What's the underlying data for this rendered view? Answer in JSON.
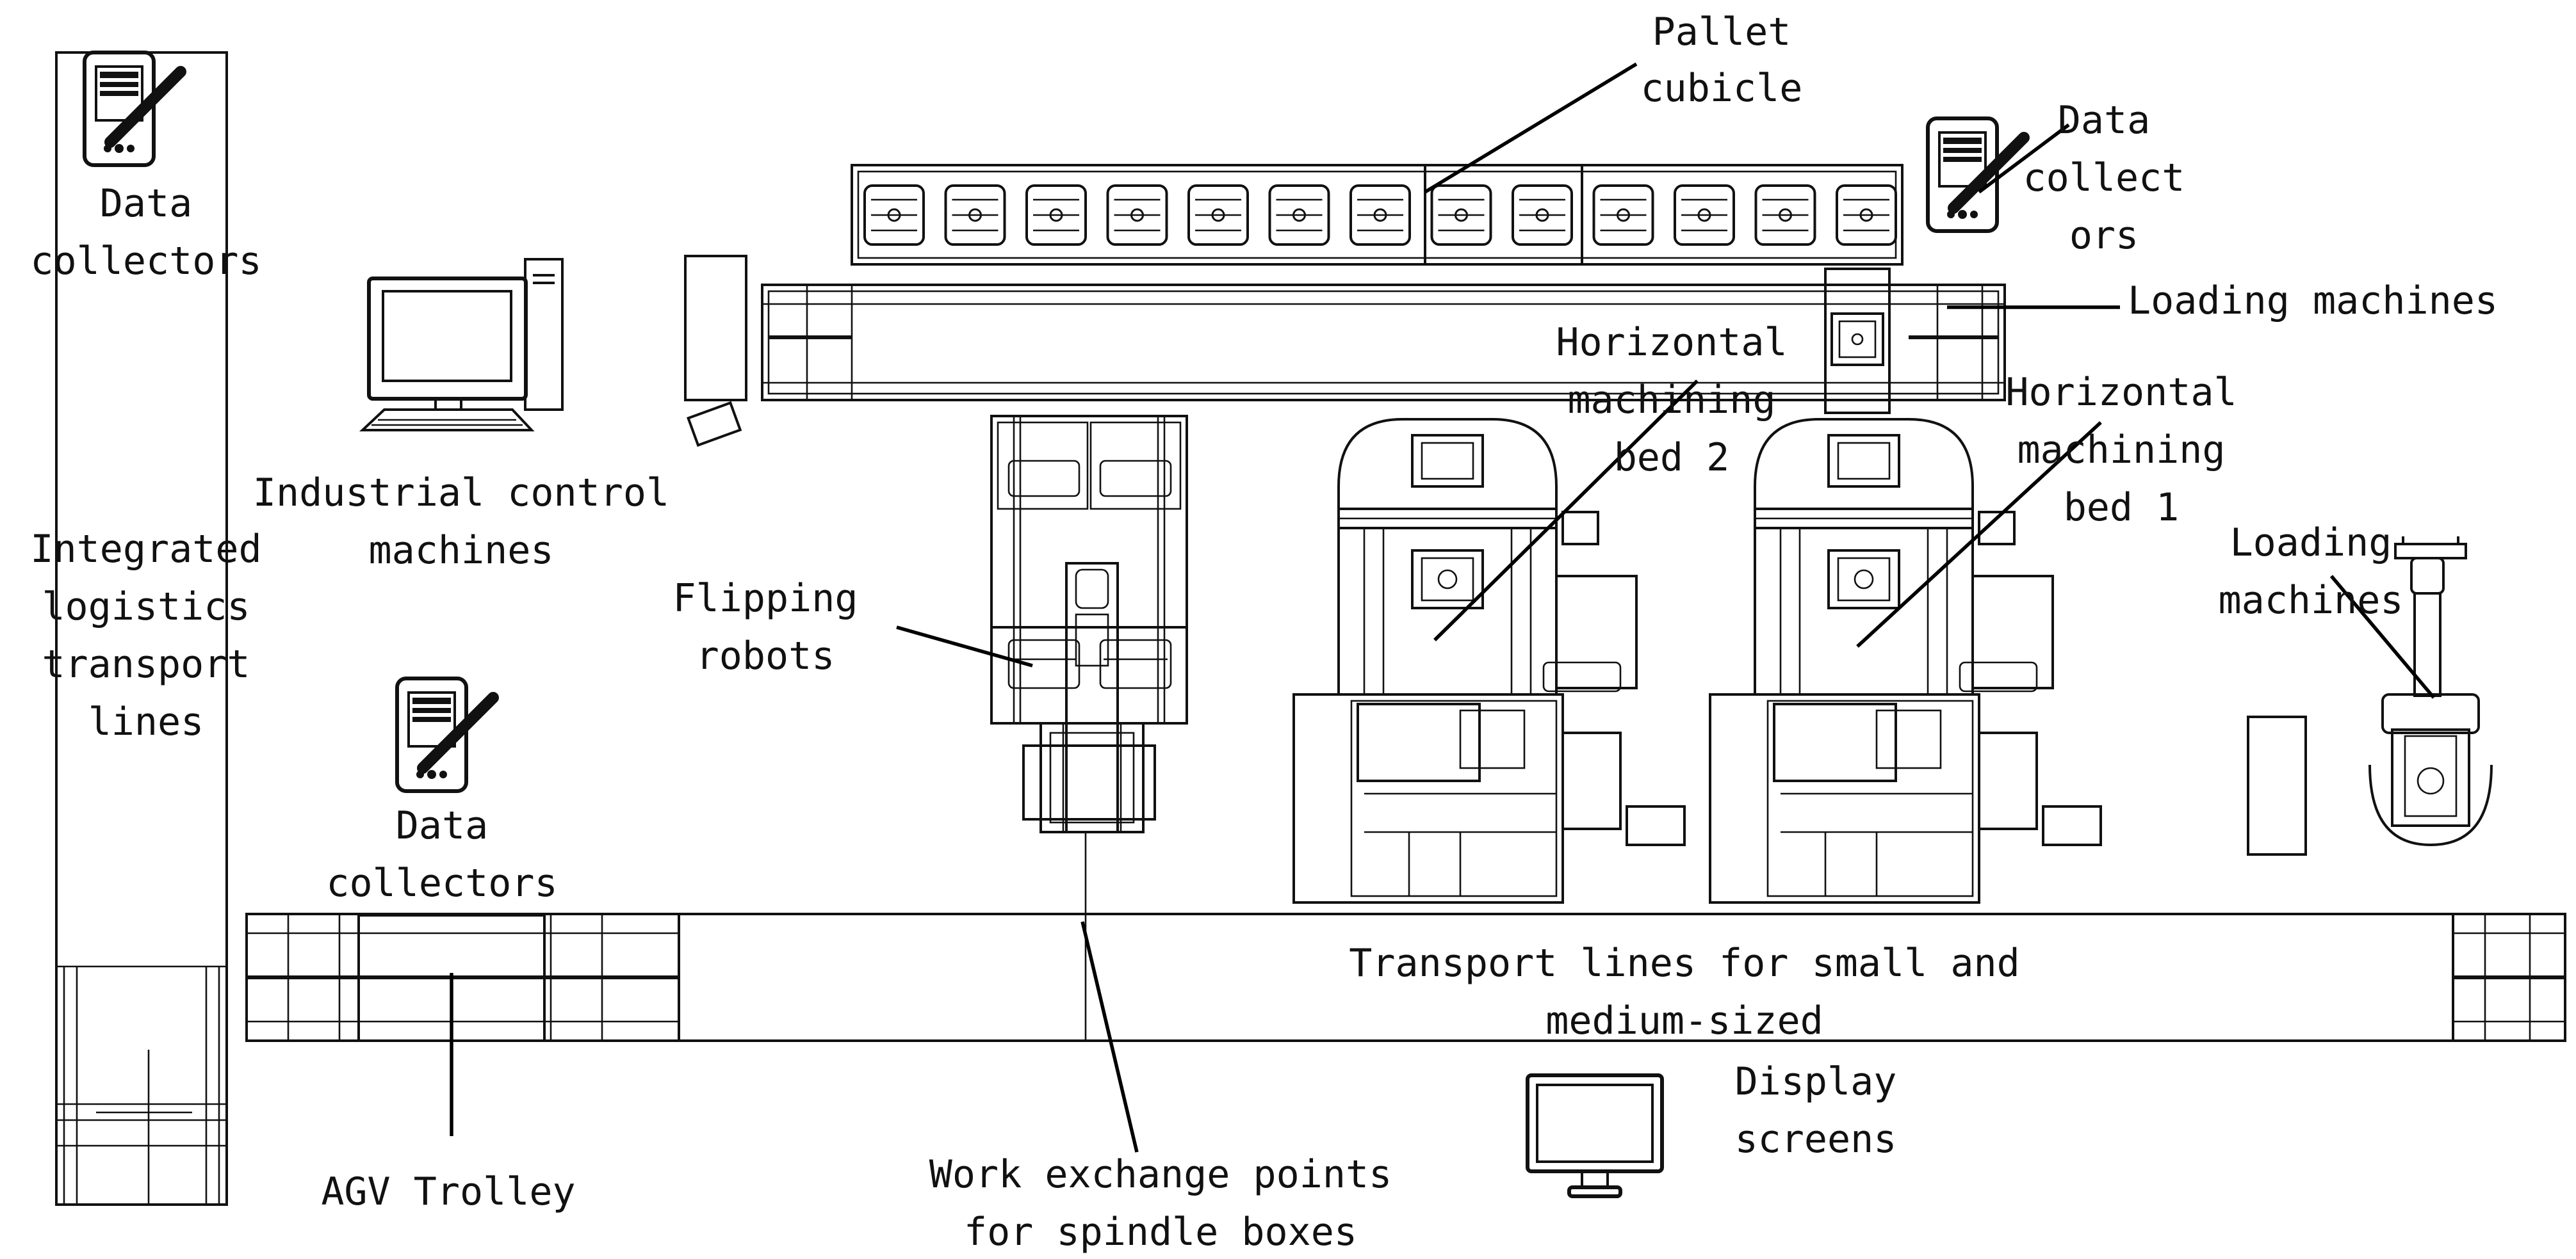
{
  "diagram": {
    "labels": {
      "pallet_cubicle": [
        "Pallet",
        "cubicle"
      ],
      "data_collectors_top_left": [
        "Data",
        "collectors"
      ],
      "data_collectors_top_right": [
        "Data",
        "collect",
        "ors"
      ],
      "data_collectors_mid": [
        "Data",
        "collectors"
      ],
      "industrial_control": [
        "Industrial control",
        "machines"
      ],
      "integrated_logistics": [
        "Integrated",
        "logistics",
        "transport",
        "lines"
      ],
      "loading_machines_top": [
        "Loading machines"
      ],
      "loading_machines_right": [
        "Loading",
        "machines"
      ],
      "horizontal_bed_2": [
        "Horizontal",
        "machining",
        "bed 2"
      ],
      "horizontal_bed_1": [
        "Horizontal",
        "machining",
        "bed 1"
      ],
      "flipping_robots": [
        "Flipping",
        "robots"
      ],
      "transport_lines": [
        "Transport lines for small and",
        "medium-sized"
      ],
      "display_screens": [
        "Display",
        "screens"
      ],
      "agv_trolley": [
        "AGV Trolley"
      ],
      "work_exchange": [
        "Work exchange points",
        "for spindle boxes"
      ]
    },
    "icons": [
      "tablet-icon",
      "desktop-computer-icon",
      "monitor-icon"
    ]
  }
}
